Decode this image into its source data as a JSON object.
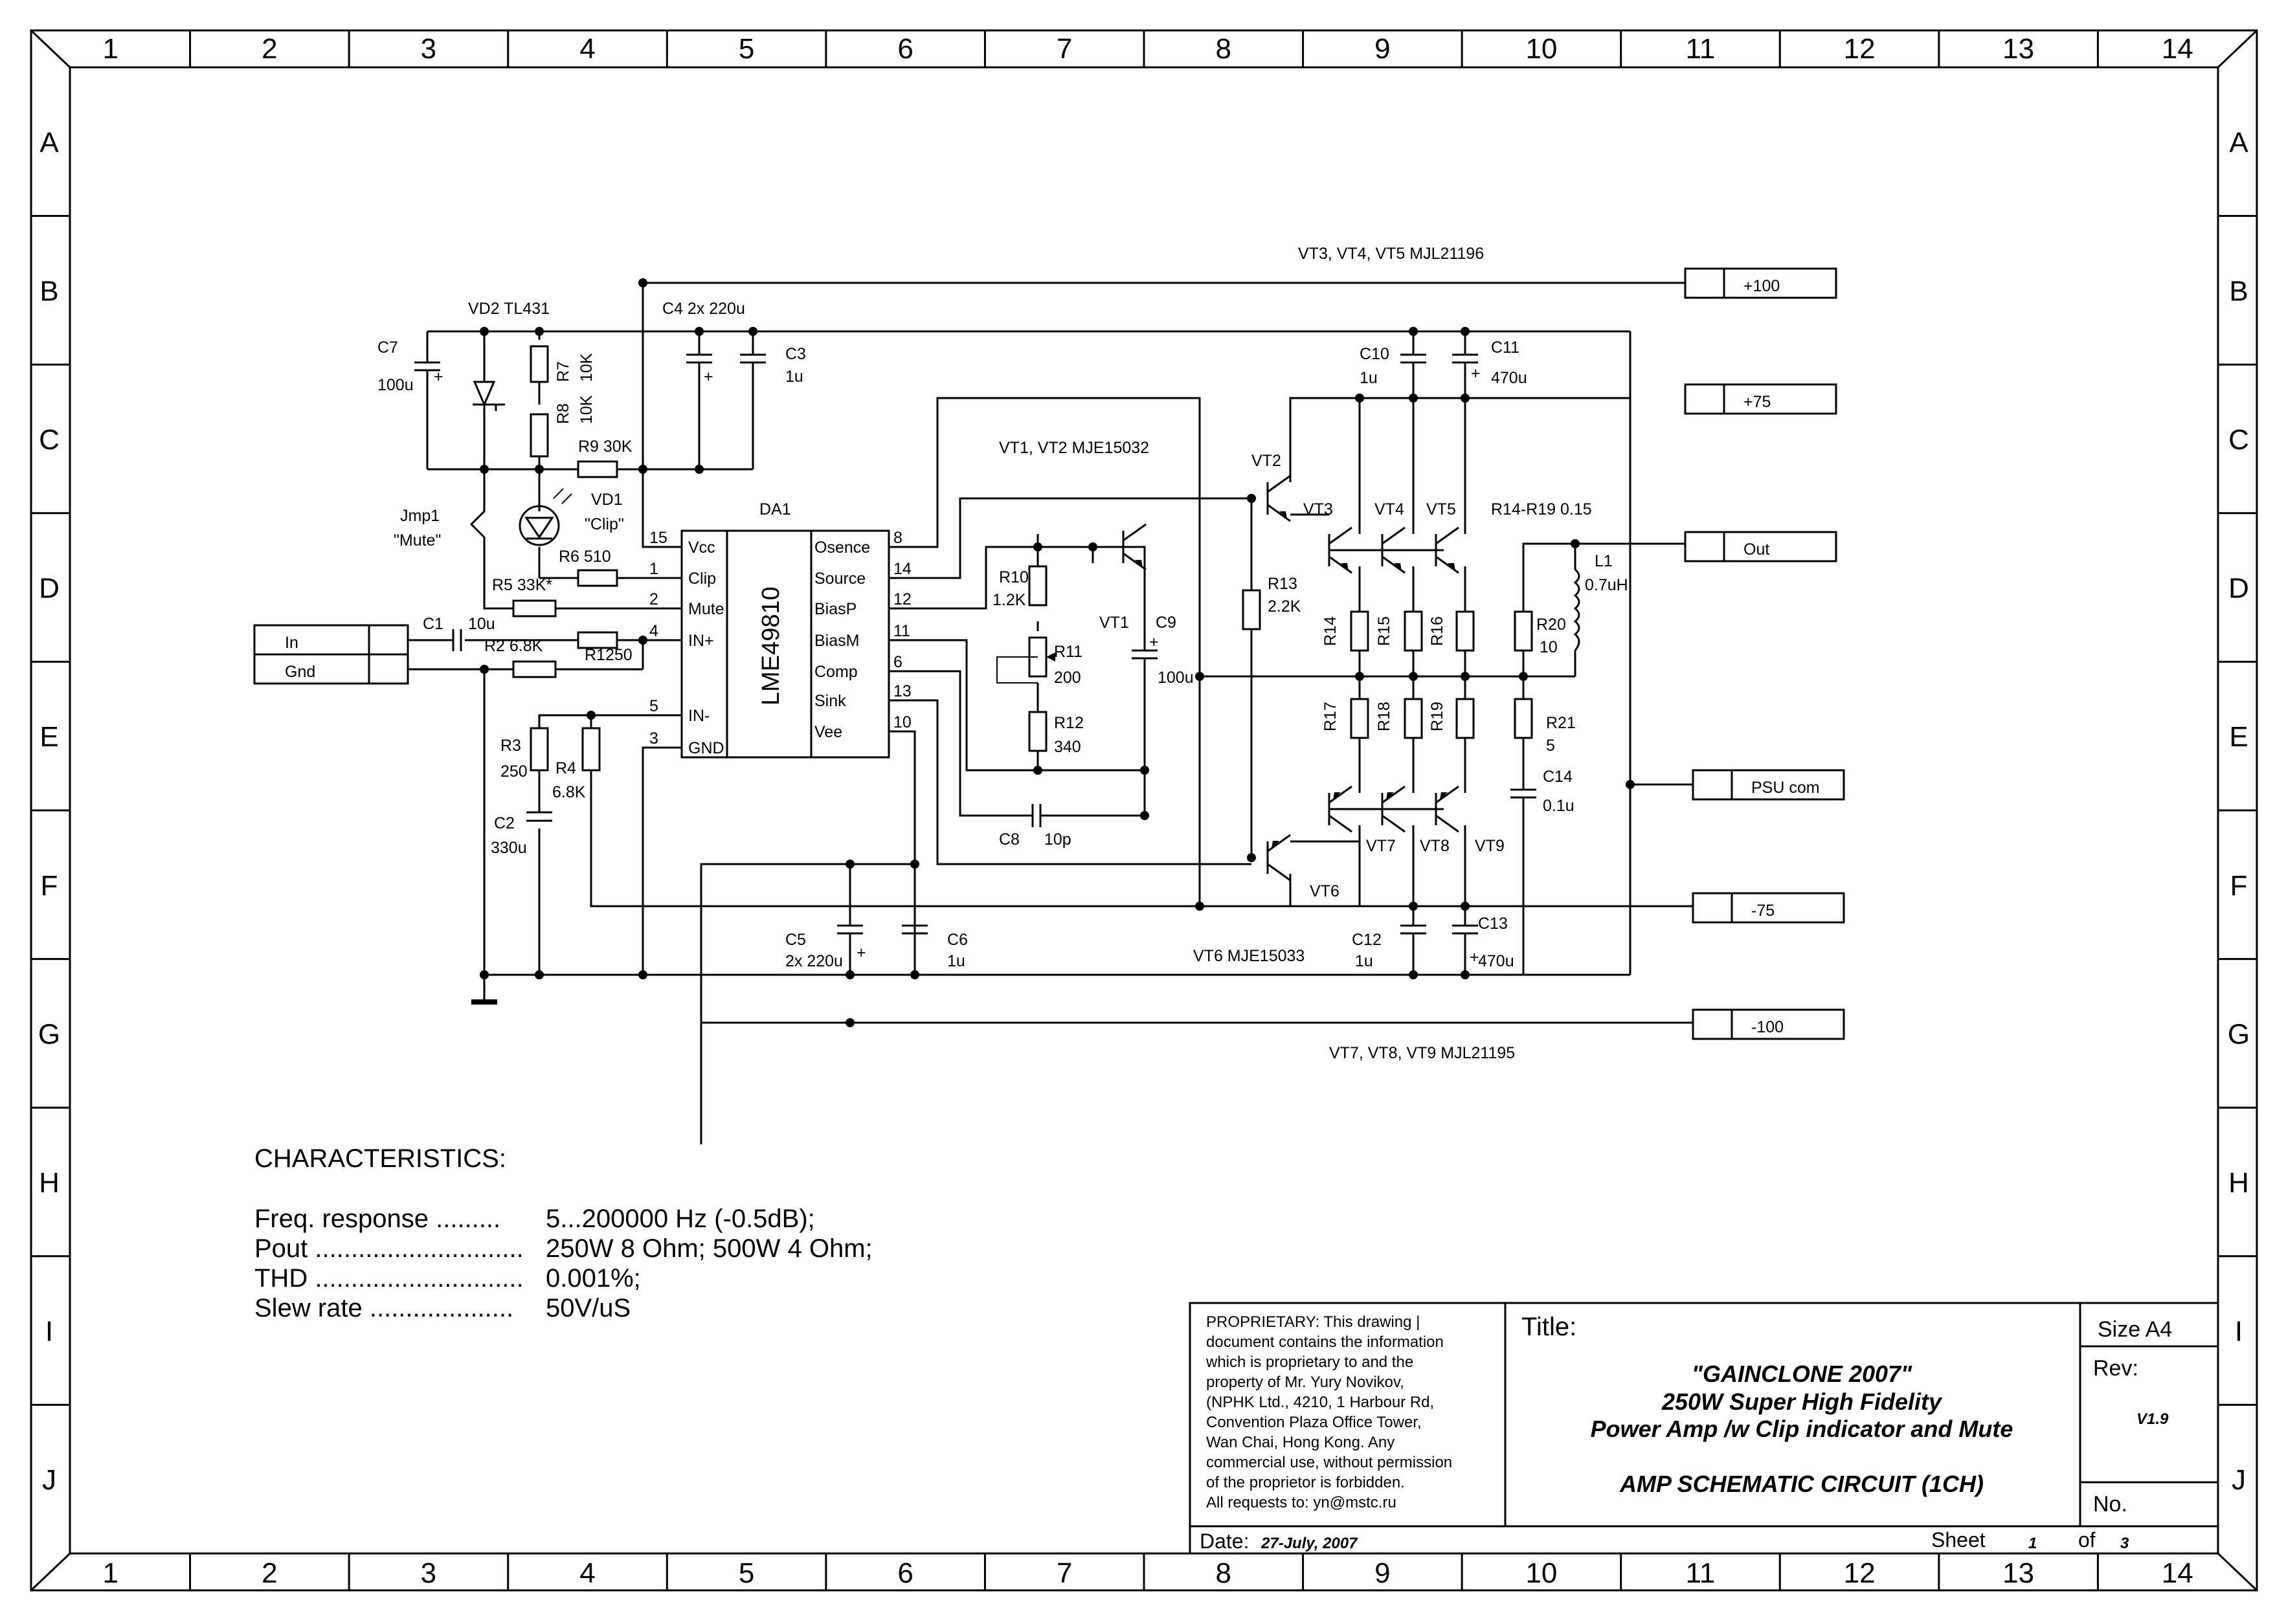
{
  "columns": [
    "1",
    "2",
    "3",
    "4",
    "5",
    "6",
    "7",
    "8",
    "9",
    "10",
    "11",
    "12",
    "13",
    "14"
  ],
  "rows": [
    "A",
    "B",
    "C",
    "D",
    "E",
    "F",
    "G",
    "H",
    "I",
    "J"
  ],
  "transistor_notes": {
    "top": "VT3, VT4, VT5  MJL21196",
    "drivers_top": "VT1, VT2  MJE15032",
    "driver_bottom": "VT6  MJE15033",
    "bottom": "VT7, VT8, VT9  MJL21195",
    "emitter_res": "R14-R19  0.15"
  },
  "connectors": {
    "p100": "+100",
    "p75": "+75",
    "out": "Out",
    "psu": "PSU com",
    "m75": "-75",
    "m100": "-100",
    "in": "In",
    "gnd": "Gnd"
  },
  "ic": {
    "name": "DA1",
    "part": "LME49810",
    "left_pins": [
      {
        "num": "15",
        "name": "Vcc"
      },
      {
        "num": "1",
        "name": "Clip"
      },
      {
        "num": "2",
        "name": "Mute"
      },
      {
        "num": "4",
        "name": "IN+"
      },
      {
        "num": "5",
        "name": "IN-"
      },
      {
        "num": "3",
        "name": "GND"
      }
    ],
    "right_pins": [
      {
        "num": "8",
        "name": "Osence"
      },
      {
        "num": "14",
        "name": "Source"
      },
      {
        "num": "12",
        "name": "BiasP"
      },
      {
        "num": "11",
        "name": "BiasM"
      },
      {
        "num": "6",
        "name": "Comp"
      },
      {
        "num": "13",
        "name": "Sink"
      },
      {
        "num": "10",
        "name": "Vee"
      }
    ]
  },
  "components": {
    "c7": "C7",
    "c7v": "100u",
    "vd2": "VD2  TL431",
    "r7": "R7",
    "r7v": "10K",
    "r8": "R8",
    "r8v": "10K",
    "r9": "R9  30K",
    "c4": "C4  2x 220u",
    "c3": "C3",
    "c3v": "1u",
    "vd1": "VD1",
    "vd1v": "\"Clip\"",
    "jmp1": "Jmp1",
    "jmp1v": "\"Mute\"",
    "r6": "R6  510",
    "r5": "R5  33K*",
    "c1": "C1",
    "c1v": "10u",
    "r2": "R2  6.8K",
    "r1": "R1250",
    "r3": "R3",
    "r3v": "250",
    "r4": "R4",
    "r4v": "6.8K",
    "c2": "C2",
    "c2v": "330u",
    "r10": "R10",
    "r10v": "1.2K",
    "r11": "R11",
    "r11v": "200",
    "r12": "R12",
    "r12v": "340",
    "vt1": "VT1",
    "vt2": "VT2",
    "c9": "C9",
    "c9v": "100u",
    "c8": "C8",
    "c8v": "10p",
    "r13": "R13",
    "r13v": "2.2K",
    "vt3": "VT3",
    "vt4": "VT4",
    "vt5": "VT5",
    "vt6": "VT6",
    "vt7": "VT7",
    "vt8": "VT8",
    "vt9": "VT9",
    "c10": "C10",
    "c10v": "1u",
    "c11": "C11",
    "c11v": "470u",
    "r14": "R14",
    "r15": "R15",
    "r16": "R16",
    "r17": "R17",
    "r18": "R18",
    "r19": "R19",
    "r20": "R20",
    "r20v": "10",
    "r21": "R21",
    "r21v": "5",
    "l1": "L1",
    "l1v": "0.7uH",
    "c14": "C14",
    "c14v": "0.1u",
    "c12": "C12",
    "c12v": "1u",
    "c13": "C13",
    "c13v": "470u",
    "c5": "C5",
    "c5v": "2x 220u",
    "c6": "C6",
    "c6v": "1u"
  },
  "characteristics": {
    "heading": "CHARACTERISTICS:",
    "rows": [
      {
        "k": "Freq. response .........",
        "v": "5...200000 Hz (-0.5dB);"
      },
      {
        "k": "Pout .............................",
        "v": "250W  8 Ohm;  500W 4 Ohm;"
      },
      {
        "k": "THD .............................",
        "v": "0.001%;"
      },
      {
        "k": "Slew rate ....................",
        "v": "50V/uS"
      }
    ]
  },
  "title_block": {
    "proprietary": [
      "PROPRIETARY: This drawing |",
      "document contains the information",
      "which is proprietary to and the",
      "property of Mr. Yury Novikov,",
      "(NPHK Ltd., 4210, 1 Harbour Rd,",
      "Convention Plaza Office Tower,",
      "Wan Chai, Hong Kong.  Any",
      "commercial use, without permission",
      "of the proprietor is forbidden.",
      "All requests to: yn@mstc.ru"
    ],
    "title_label": "Title:",
    "title_lines": [
      "\"GAINCLONE 2007\"",
      "250W Super High Fidelity",
      "Power Amp /w Clip indicator and Mute"
    ],
    "subtitle": "AMP SCHEMATIC CIRCUIT (1CH)",
    "size": "Size A4",
    "rev_label": "Rev:",
    "rev": "V1.9",
    "no_label": "No.",
    "date_label": "Date:",
    "date": "27-July, 2007",
    "sheet_label": "Sheet",
    "sheet": "1",
    "of_label": "of",
    "of": "3"
  }
}
